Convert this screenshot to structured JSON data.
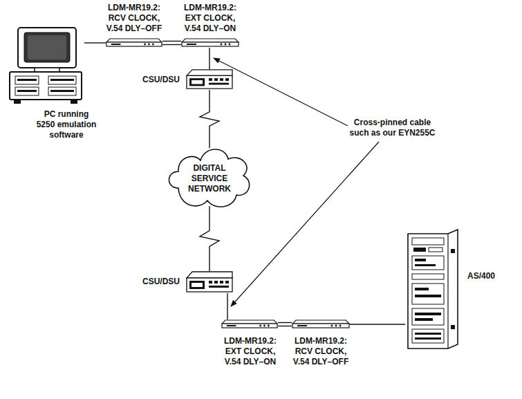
{
  "diagram": {
    "nodes": [
      {
        "text": [
          "PC running 5250 emulation software"
        ]
      },
      {
        "text": [
          "LDM-MR19.2: RCV CLOCK, V.54 DLY–OFF"
        ]
      },
      {
        "text": [
          "LDM-MR19.2: EXT CLOCK, V.54 DLY–ON"
        ]
      },
      {
        "text": [
          "CSU/DSU"
        ]
      },
      {
        "text": [
          "DIGITAL SERVICE NETWORK"
        ]
      },
      {
        "text": [
          "CSU/DSU"
        ]
      },
      {
        "text": [
          "LDM-MR19.2: EXT CLOCK, V.54 DLY–ON"
        ]
      },
      {
        "text": [
          "LDM-MR19.2: RCV CLOCK, V.54 DLY–OFF"
        ]
      },
      {
        "text": [
          "AS/400"
        ]
      }
    ],
    "edges": [
      {
        "from": 0,
        "to": 1,
        "arrow": "none"
      },
      {
        "from": 1,
        "to": 2,
        "arrow": "none"
      },
      {
        "from": 2,
        "to": 3,
        "arrow": "none"
      },
      {
        "from": 3,
        "to": 4,
        "arrow": "none"
      },
      {
        "from": 4,
        "to": 5,
        "arrow": "none"
      },
      {
        "from": 5,
        "to": 6,
        "arrow": "none"
      },
      {
        "from": 6,
        "to": 7,
        "arrow": "none"
      },
      {
        "from": 7,
        "to": 8,
        "arrow": "none"
      }
    ],
    "labels": [
      "Cross-pinned cable such as our EYN255C"
    ]
  }
}
